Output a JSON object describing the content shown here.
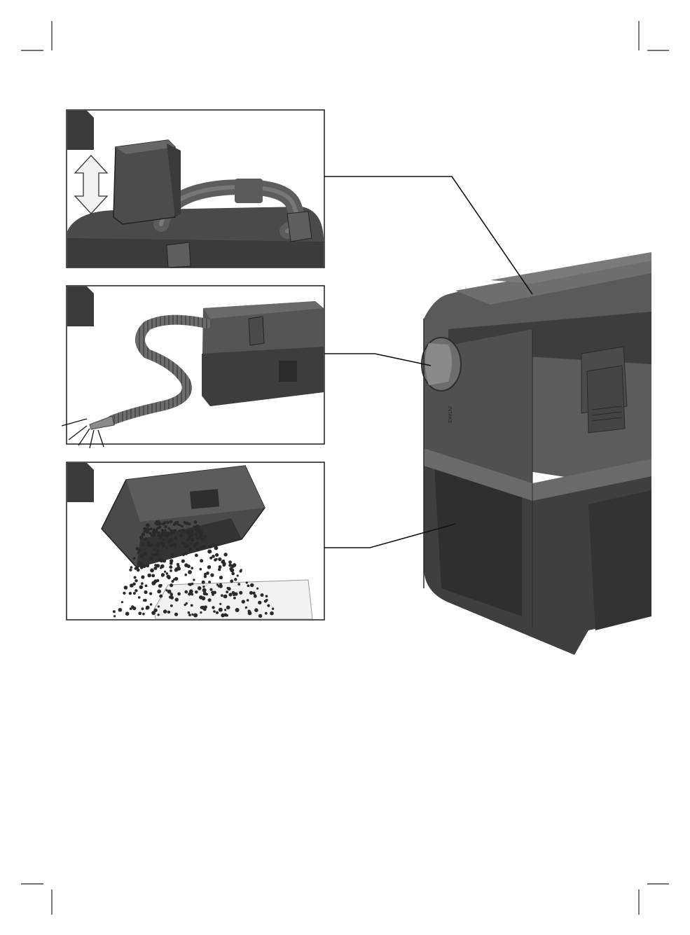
{
  "page": {
    "background": "#ffffff",
    "ink": "#1a1a1a"
  },
  "panels": [
    {
      "name": "panel-battery-insert",
      "tab_label": "",
      "content": "battery-vertical-arrow"
    },
    {
      "name": "panel-hose-suction",
      "tab_label": "",
      "content": "hose-connected-unit"
    },
    {
      "name": "panel-empty-container",
      "tab_label": "",
      "content": "container-debris"
    }
  ],
  "main_illustration": {
    "name": "vacuum-unit-closeup",
    "housing_color": "#535353",
    "container_color": "#3e3e3e",
    "port_text": "INTAKE"
  }
}
